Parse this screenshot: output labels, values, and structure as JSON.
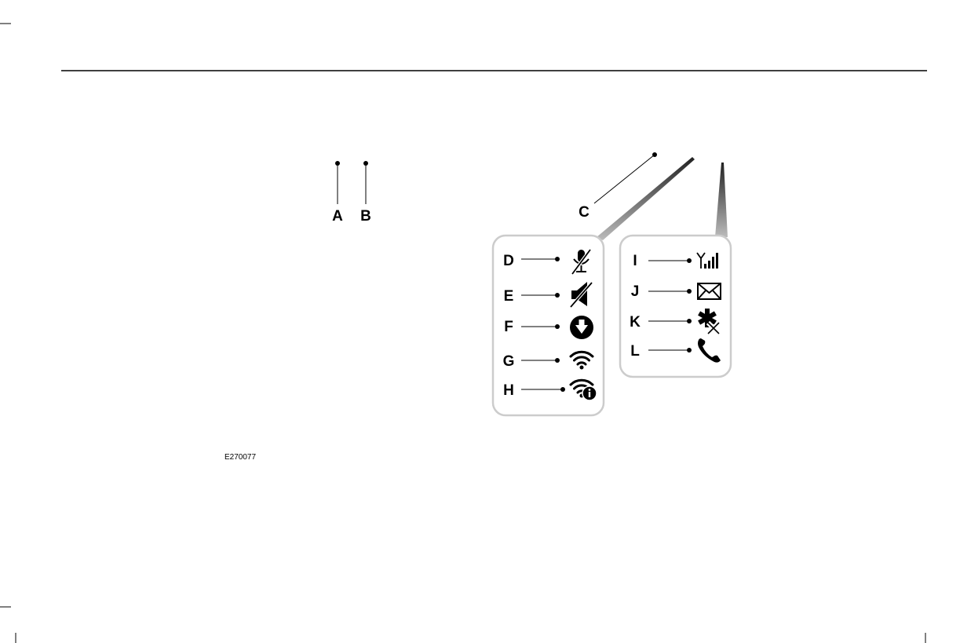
{
  "figure": {
    "code": "E270077",
    "callouts": {
      "a": "A",
      "b": "B",
      "c": "C",
      "d": "D",
      "e": "E",
      "f": "F",
      "g": "G",
      "h": "H",
      "i": "I",
      "j": "J",
      "k": "K",
      "l": "L"
    },
    "icons": {
      "d": "microphone-muted-icon",
      "e": "speaker-muted-icon",
      "f": "download-icon",
      "g": "wifi-icon",
      "h": "wifi-info-icon",
      "i": "signal-strength-icon",
      "j": "envelope-icon",
      "k": "emergency-assistance-off-icon",
      "l": "phone-icon"
    },
    "colors": {
      "panel_border": "#cccccc",
      "leader": "#000000"
    }
  }
}
